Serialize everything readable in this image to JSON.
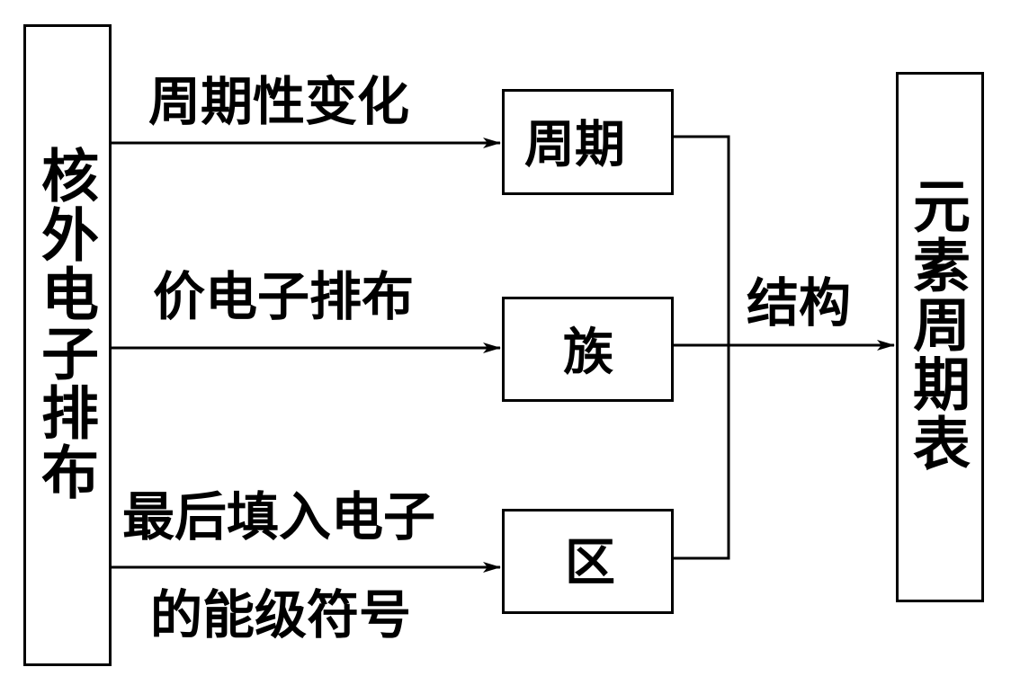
{
  "nodes": {
    "source": "核外电子排布",
    "period": "周期",
    "group": "族",
    "block": "区",
    "target": "元素周期表"
  },
  "edges": {
    "periodic_change": "周期性变化",
    "valence_config": "价电子排布",
    "last_filled_line1": "最后填入电子",
    "last_filled_line2": "的能级符号",
    "structure": "结构"
  }
}
